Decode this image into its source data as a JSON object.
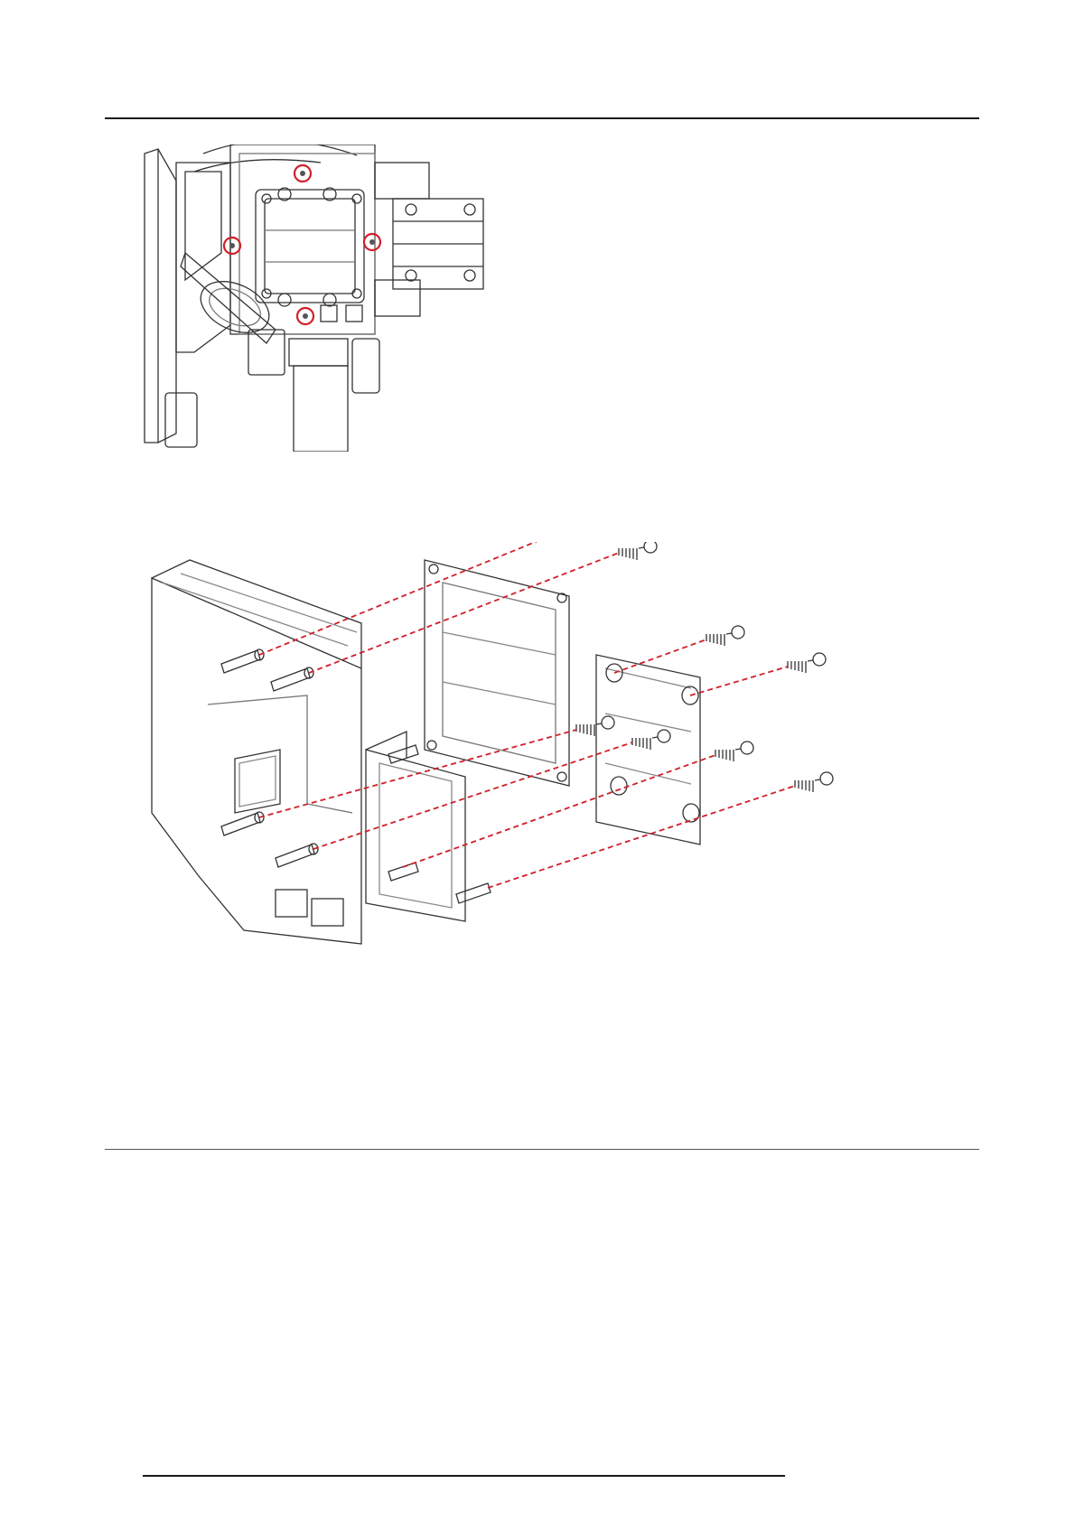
{
  "colors": {
    "line": "#333333",
    "light_line": "#888888",
    "highlight": "#d0202a",
    "paper": "#ffffff"
  },
  "figures": [
    {
      "name": "top-view-screw-locations",
      "highlighted_screws": 4
    },
    {
      "name": "exploded-view-springs-and-screws",
      "spring_screw_sets": 8
    }
  ]
}
